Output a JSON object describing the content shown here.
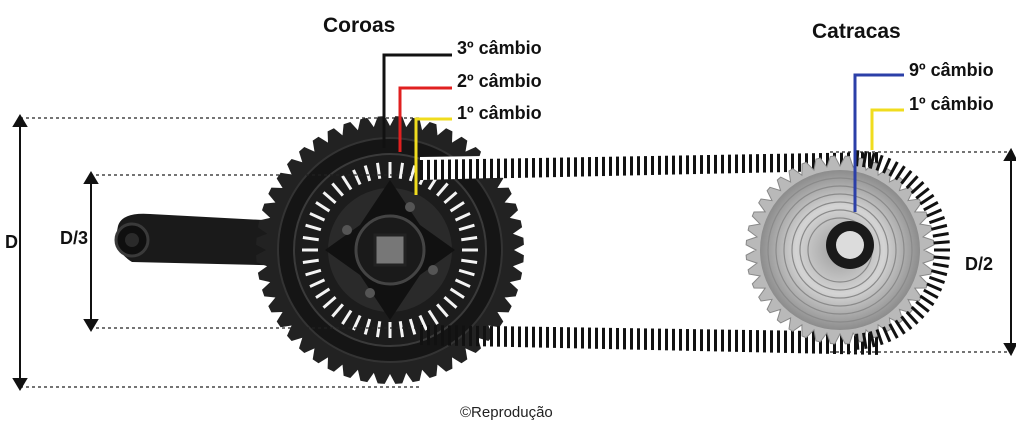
{
  "titles": {
    "chainrings": "Coroas",
    "cassette": "Catracas"
  },
  "chainring_labels": [
    {
      "text": "3º câmbio",
      "color": "#111111"
    },
    {
      "text": "2º câmbio",
      "color": "#e02020"
    },
    {
      "text": "1º câmbio",
      "color": "#f0dc1e"
    }
  ],
  "cassette_labels": [
    {
      "text": "9º câmbio",
      "color": "#2b3fa8"
    },
    {
      "text": "1º câmbio",
      "color": "#f0dc1e"
    }
  ],
  "dimensions": {
    "big_ring": "D",
    "small_ring": "D/3",
    "cog": "D/2"
  },
  "credit": "©Reprodução",
  "colors": {
    "crank": "#1a1a1a",
    "chainring": "#222222",
    "cassette": "#b9b9b9",
    "chain": "#111111"
  }
}
